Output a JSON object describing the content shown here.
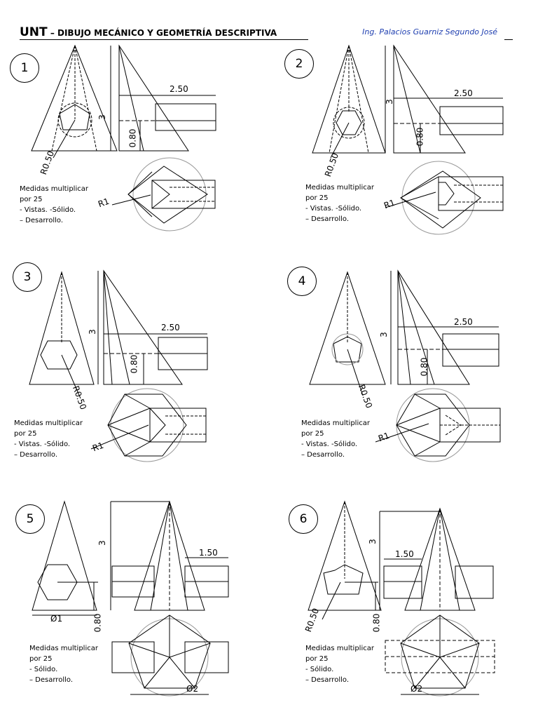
{
  "header": {
    "unt": "UNT",
    "course": " – DIBUJO MECÁNICO Y GEOMETRÍA DESCRIPTIVA",
    "author": "Ing. Palacios Guarniz Segundo José"
  },
  "exercises": [
    {
      "number": "1",
      "dims": {
        "width": "2.50",
        "height": "3",
        "offset": "0.80",
        "radius": "R0.50",
        "circle": "R1"
      }
    },
    {
      "number": "2",
      "dims": {
        "width": "2.50",
        "height": "3",
        "offset": "0.80",
        "radius": "R0.50",
        "circle": "R1"
      }
    },
    {
      "number": "3",
      "dims": {
        "width": "2.50",
        "height": "3",
        "offset": "0.80",
        "radius": "R0.50",
        "circle": "R1"
      }
    },
    {
      "number": "4",
      "dims": {
        "width": "2.50",
        "height": "3",
        "offset": "0.80",
        "radius": "R0.50",
        "circle": "R1"
      }
    },
    {
      "number": "5",
      "dims": {
        "width": "1.50",
        "height": "3",
        "offset": "0.80",
        "base": "Ø1",
        "circle": "Ø2"
      }
    },
    {
      "number": "6",
      "dims": {
        "width": "1.50",
        "height": "3",
        "offset": "0.80",
        "radius": "R0.50",
        "circle": "Ø2"
      }
    }
  ],
  "note": {
    "line1": "Medidas multiplicar",
    "line2": "por 25",
    "line3_a": "- Vistas.   -Sólido.",
    "line3_b": "- Sólido.",
    "line4": "– Desarrollo."
  }
}
